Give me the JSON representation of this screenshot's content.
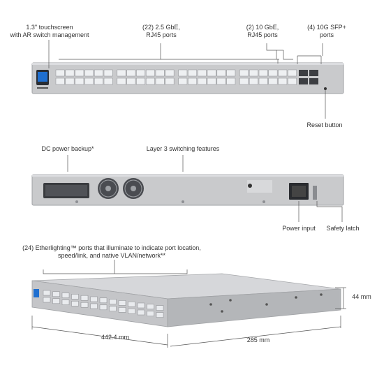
{
  "front_view": {
    "touchscreen": [
      "1.3\" touchscreen",
      "with AR switch management"
    ],
    "ports_2_5g": [
      "(22) 2.5 GbE,",
      "RJ45 ports"
    ],
    "ports_10g": [
      "(2) 10 GbE,",
      "RJ45 ports"
    ],
    "ports_sfp": [
      "(4) 10G SFP+",
      "ports"
    ],
    "reset": "Reset button"
  },
  "rear_view": {
    "dc_power": "DC power backup*",
    "layer3": "Layer 3 switching features",
    "power_input": "Power input",
    "safety_latch": "Safety latch"
  },
  "angle_view": {
    "etherlighting": [
      "(24) Etherlighting™ ports that illuminate to indicate port location,",
      "speed/link, and native VLAN/network**"
    ],
    "height": "44 mm",
    "width": "442.4 mm",
    "depth": "285 mm"
  },
  "colors": {
    "chassis": "#c9cacc",
    "chassis_dark": "#9fa1a4",
    "port": "#eef0f2",
    "leader": "#555555",
    "screen": "#1f6fd0"
  }
}
